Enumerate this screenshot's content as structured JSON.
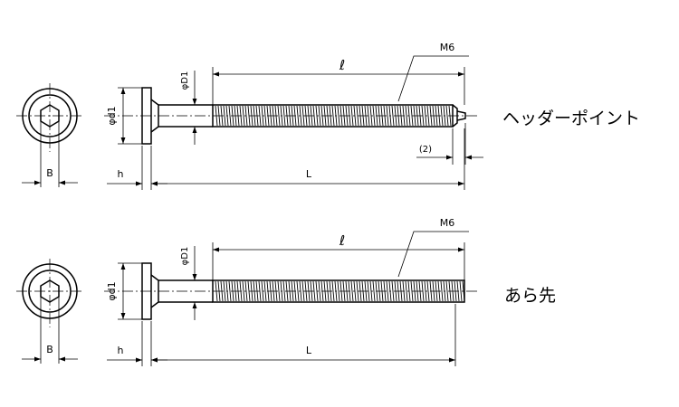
{
  "figures": [
    {
      "id": "header-point",
      "name_label": "ヘッダーポイント",
      "dims": {
        "width_across_flats": "B",
        "head_height": "h",
        "head_diameter": "φd1",
        "shank_diameter": "φD1",
        "thread_length": "ℓ",
        "thread_size": "M6",
        "length": "L",
        "point_length": "(2)"
      }
    },
    {
      "id": "rough-end",
      "name_label": "あら先",
      "dims": {
        "width_across_flats": "B",
        "head_height": "h",
        "head_diameter": "φd1",
        "shank_diameter": "φD1",
        "thread_length": "ℓ",
        "thread_size": "M6",
        "length": "L"
      }
    }
  ]
}
